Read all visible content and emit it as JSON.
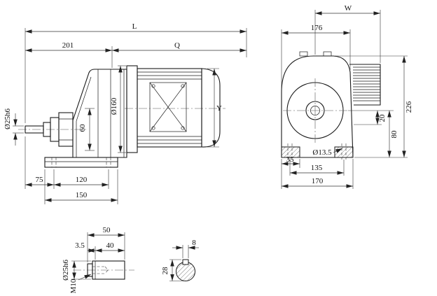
{
  "title": "gear-reducer-dimension-drawing",
  "colors": {
    "line": "#1a1a1a",
    "dimension": "#333333",
    "background": "#ffffff"
  },
  "drawing": {
    "side_view": {
      "L": "L",
      "d201": "201",
      "Q": "Q",
      "shaft_dia": "Ø25h6",
      "d60": "60",
      "flange_dia": "Ø160",
      "Y": "Y",
      "d75": "75",
      "d120": "120",
      "d150": "150"
    },
    "end_view": {
      "W": "W",
      "d176": "176",
      "d226": "226",
      "d20": "20",
      "d80": "80",
      "d35": "35",
      "foot_hole_dia": "Ø13.5",
      "d135": "135",
      "d170": "170"
    },
    "shaft_detail": {
      "d50": "50",
      "d3_5": "3.5",
      "d40": "40",
      "shaft_dia": "Ø25h6",
      "thread": "M10"
    },
    "key_detail": {
      "d8": "8",
      "d28": "28"
    }
  }
}
